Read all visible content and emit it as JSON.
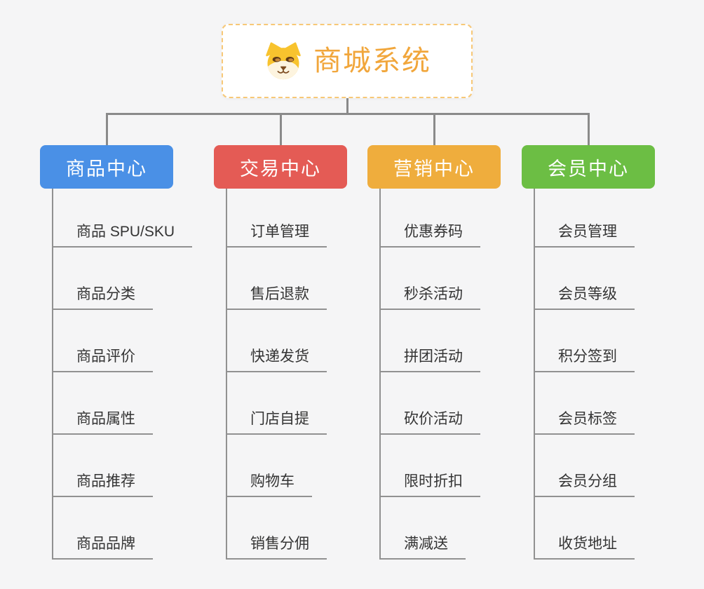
{
  "root": {
    "label": "商城系统",
    "icon": "dog-face",
    "text_color": "#F1A63B",
    "border_color": "#F7C877",
    "background": "#FFFFFF"
  },
  "colors": {
    "canvas_background": "#F5F5F6",
    "connector": "#8A8A8A",
    "child_line": "#919191",
    "child_text": "#343434"
  },
  "branches": [
    {
      "label": "商品中心",
      "color": "#4A90E6",
      "children": [
        "商品 SPU/SKU",
        "商品分类",
        "商品评价",
        "商品属性",
        "商品推荐",
        "商品品牌"
      ]
    },
    {
      "label": "交易中心",
      "color": "#E45B55",
      "children": [
        "订单管理",
        "售后退款",
        "快递发货",
        "门店自提",
        "购物车",
        "销售分佣"
      ]
    },
    {
      "label": "营销中心",
      "color": "#EFAD3D",
      "children": [
        "优惠券码",
        "秒杀活动",
        "拼团活动",
        "砍价活动",
        "限时折扣",
        "满减送"
      ]
    },
    {
      "label": "会员中心",
      "color": "#6CBE44",
      "children": [
        "会员管理",
        "会员等级",
        "积分签到",
        "会员标签",
        "会员分组",
        "收货地址"
      ]
    }
  ]
}
